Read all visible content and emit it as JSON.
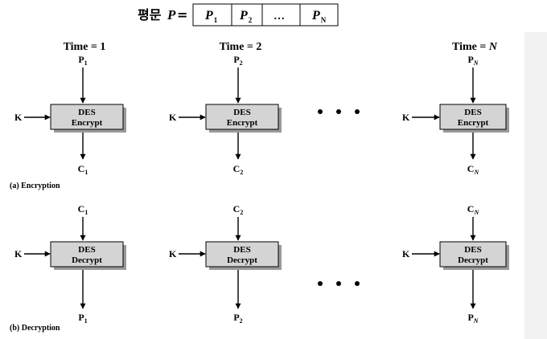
{
  "header": {
    "prefix": "평문",
    "var": "P",
    "eq": "=",
    "cells": [
      {
        "main": "P",
        "sub": "1"
      },
      {
        "main": "P",
        "sub": "2"
      },
      {
        "main": "…",
        "sub": ""
      },
      {
        "main": "P",
        "sub": "N"
      }
    ]
  },
  "encryption": {
    "caption": "(a) Encryption",
    "columns": [
      {
        "time_prefix": "Time = ",
        "time_val": "1",
        "time_italic": false,
        "key": "K",
        "box_line1": "DES",
        "box_line2": "Encrypt",
        "in_main": "P",
        "in_sub": "1",
        "out_main": "C",
        "out_sub": "1"
      },
      {
        "time_prefix": "Time = ",
        "time_val": "2",
        "time_italic": false,
        "key": "K",
        "box_line1": "DES",
        "box_line2": "Encrypt",
        "in_main": "P",
        "in_sub": "2",
        "out_main": "C",
        "out_sub": "2"
      },
      {
        "time_prefix": "Time = ",
        "time_val": "N",
        "time_italic": true,
        "key": "K",
        "box_line1": "DES",
        "box_line2": "Encrypt",
        "in_main": "P",
        "in_sub": "N",
        "out_main": "C",
        "out_sub": "N"
      }
    ]
  },
  "decryption": {
    "caption": "(b) Decryption",
    "columns": [
      {
        "key": "K",
        "box_line1": "DES",
        "box_line2": "Decrypt",
        "in_main": "C",
        "in_sub": "1",
        "out_main": "P",
        "out_sub": "1"
      },
      {
        "key": "K",
        "box_line1": "DES",
        "box_line2": "Decrypt",
        "in_main": "C",
        "in_sub": "2",
        "out_main": "P",
        "out_sub": "2"
      },
      {
        "key": "K",
        "box_line1": "DES",
        "box_line2": "Decrypt",
        "in_main": "C",
        "in_sub": "N",
        "out_main": "P",
        "out_sub": "N"
      }
    ]
  }
}
